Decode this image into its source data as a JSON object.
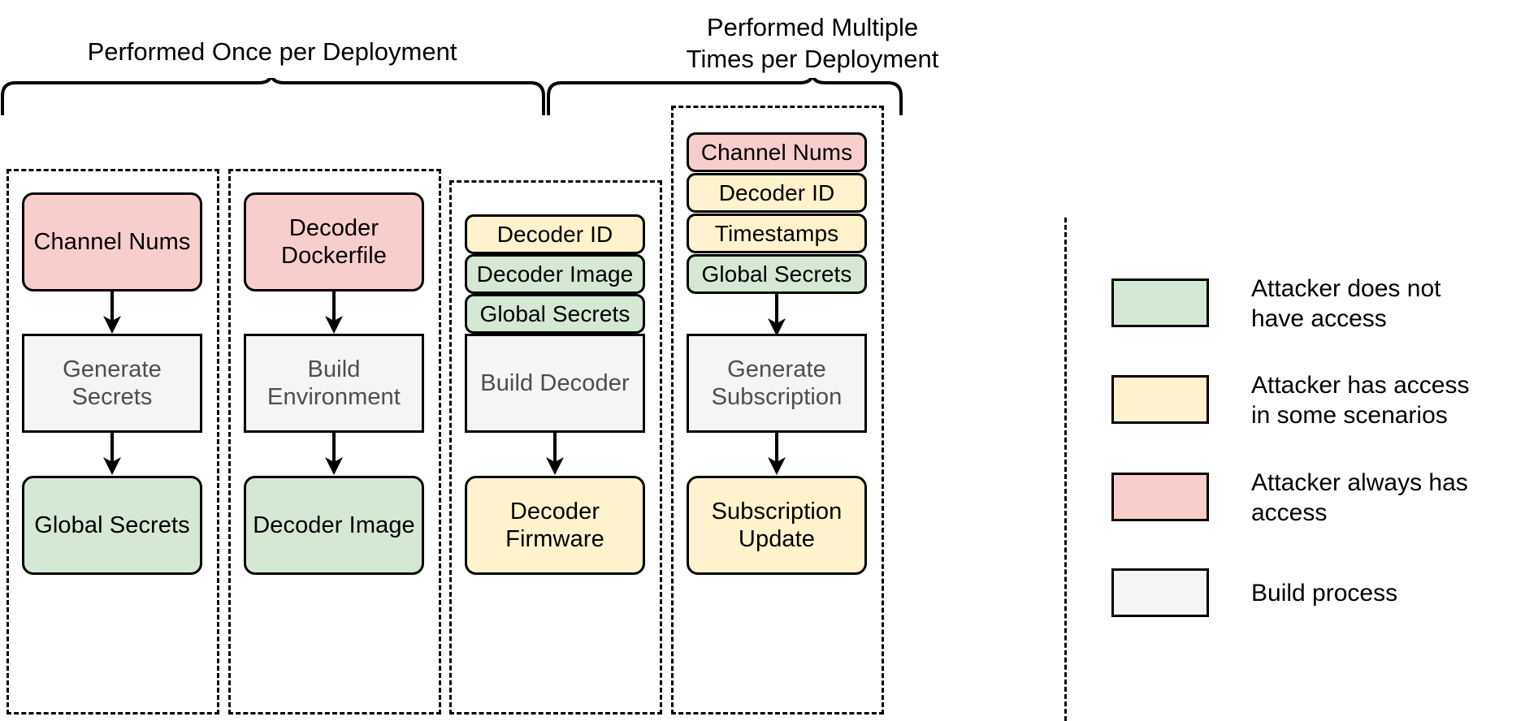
{
  "diagram": {
    "title_groups": [
      {
        "id": "once",
        "label": "Performed Once per Deployment"
      },
      {
        "id": "multiple",
        "label": "Performed Multiple\nTimes per Deployment"
      }
    ],
    "columns": [
      {
        "id": "generate-secrets",
        "inputs": [
          {
            "label": "Channel Nums",
            "color": "pink"
          }
        ],
        "process": {
          "label": "Generate\nSecrets",
          "color": "gray"
        },
        "output": {
          "label": "Global Secrets",
          "color": "green"
        }
      },
      {
        "id": "build-environment",
        "inputs": [
          {
            "label": "Decoder\nDockerfile",
            "color": "pink"
          }
        ],
        "process": {
          "label": "Build\nEnvironment",
          "color": "gray"
        },
        "output": {
          "label": "Decoder Image",
          "color": "green"
        }
      },
      {
        "id": "build-decoder",
        "inputs": [
          {
            "label": "Decoder ID",
            "color": "yellow"
          },
          {
            "label": "Decoder Image",
            "color": "green"
          },
          {
            "label": "Global Secrets",
            "color": "green"
          }
        ],
        "process": {
          "label": "Build Decoder",
          "color": "gray"
        },
        "output": {
          "label": "Decoder\nFirmware",
          "color": "yellow"
        }
      },
      {
        "id": "generate-subscription",
        "inputs": [
          {
            "label": "Channel Nums",
            "color": "pink"
          },
          {
            "label": "Decoder ID",
            "color": "yellow"
          },
          {
            "label": "Timestamps",
            "color": "yellow"
          },
          {
            "label": "Global Secrets",
            "color": "green"
          }
        ],
        "process": {
          "label": "Generate\nSubscription",
          "color": "gray"
        },
        "output": {
          "label": "Subscription\nUpdate",
          "color": "yellow"
        }
      }
    ],
    "legend": [
      {
        "color": "green",
        "label": "Attacker does not\nhave access"
      },
      {
        "color": "yellow",
        "label": "Attacker has access\nin some scenarios"
      },
      {
        "color": "pink",
        "label": "Attacker always has\naccess"
      },
      {
        "color": "gray",
        "label": "Build process"
      }
    ],
    "palette": {
      "pink": "#f8cecc",
      "green": "#d5e8d4",
      "yellow": "#fff2cc",
      "gray": "#f5f5f5",
      "stroke": "#000000",
      "process_text": "#4d4d4d"
    }
  }
}
